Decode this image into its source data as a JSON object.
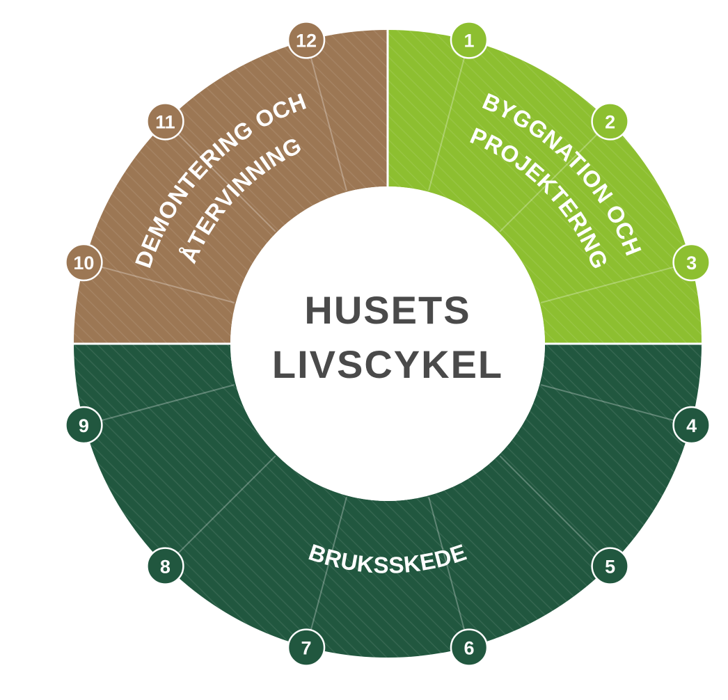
{
  "center": {
    "line1": "HUSETS",
    "line2": "LIVSCYKEL"
  },
  "phases": [
    {
      "id": "byggnation",
      "lines": [
        "BYGGNATION OCH",
        "PROJEKTERING"
      ],
      "color": "#8dbf30",
      "steps": [
        "1",
        "2",
        "3"
      ]
    },
    {
      "id": "bruksskede",
      "lines": [
        "BRUKSSKEDE"
      ],
      "color": "#21573f",
      "steps": [
        "4",
        "5",
        "6",
        "7",
        "8",
        "9"
      ]
    },
    {
      "id": "demontering",
      "lines": [
        "DEMONTERING OCH",
        "ÅTERVINNING"
      ],
      "color": "#9c7754",
      "steps": [
        "10",
        "11",
        "12"
      ]
    }
  ]
}
